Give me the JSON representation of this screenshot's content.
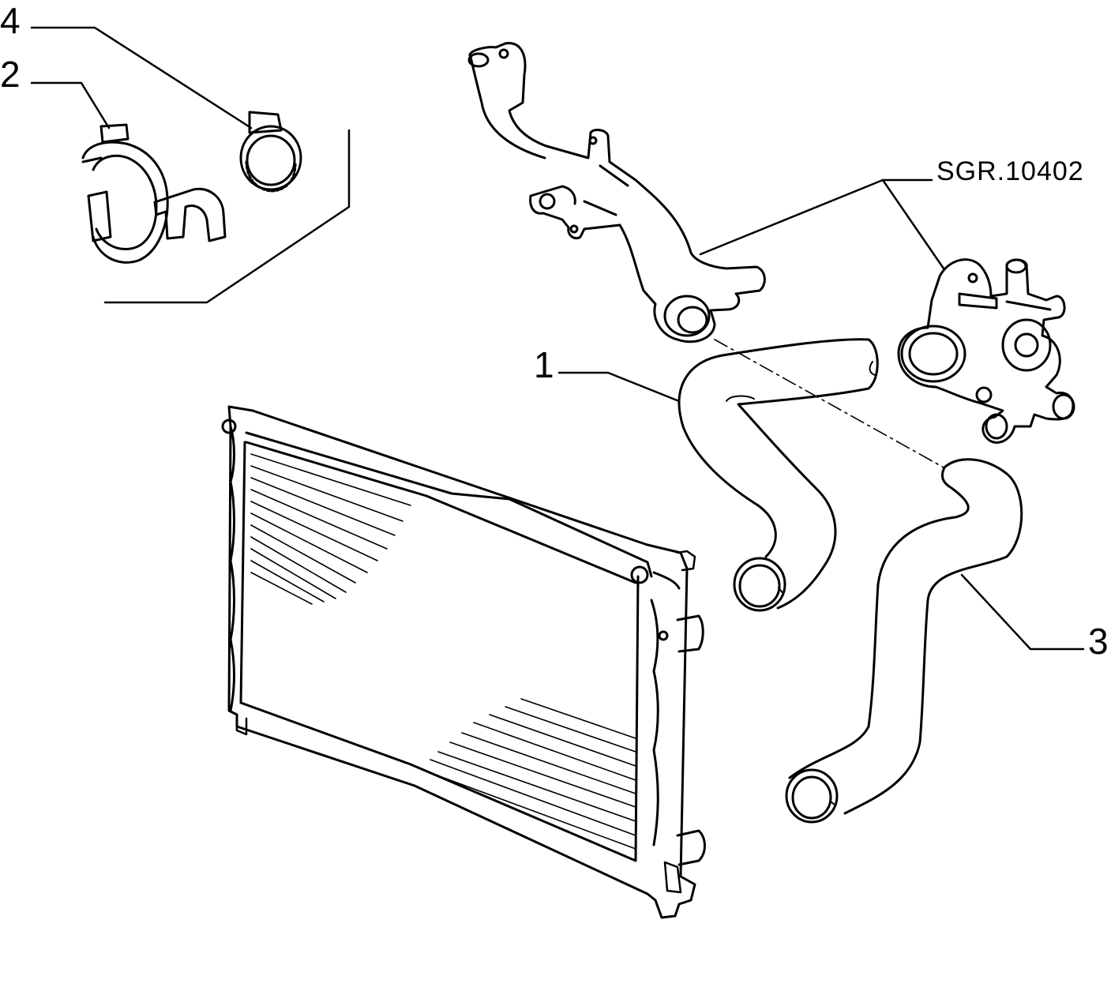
{
  "diagram": {
    "reference_code": "SGR.10402",
    "callouts": [
      {
        "id": "1",
        "label": "1"
      },
      {
        "id": "2",
        "label": "2"
      },
      {
        "id": "3",
        "label": "3"
      },
      {
        "id": "4",
        "label": "4"
      }
    ],
    "colors": {
      "ink": "#000000",
      "paper": "#ffffff"
    }
  }
}
